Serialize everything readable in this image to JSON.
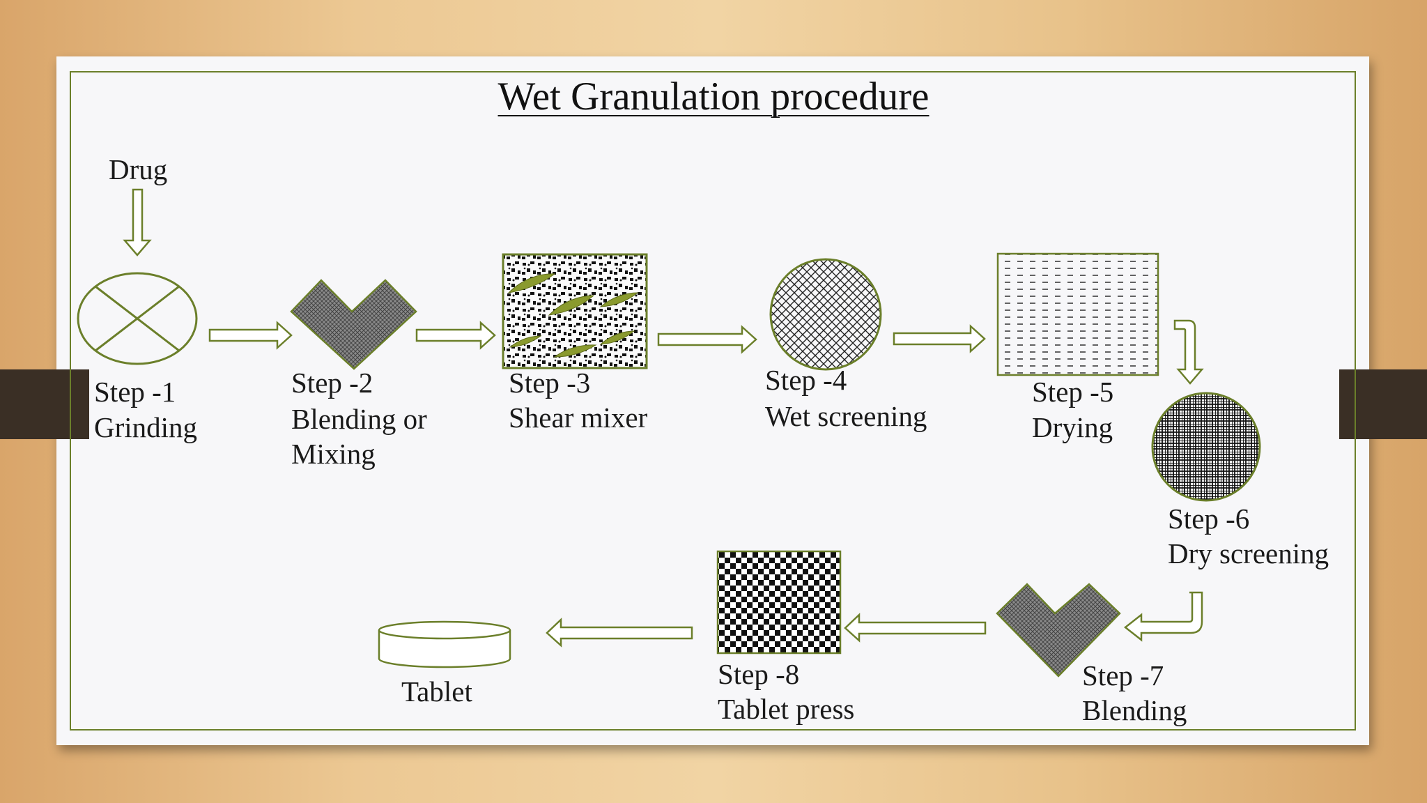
{
  "title": "Wet Granulation procedure",
  "input_label": "Drug",
  "steps": [
    {
      "number": "Step -1",
      "name": "Grinding",
      "icon": "grinder-circle-x"
    },
    {
      "number": "Step -2",
      "name_line1": "Blending or",
      "name_line2": "Mixing",
      "icon": "v-blender"
    },
    {
      "number": "Step -3",
      "name": "Shear mixer",
      "icon": "shear-mixer-box"
    },
    {
      "number": "Step -4",
      "name": "Wet screening",
      "icon": "mesh-screen-circle"
    },
    {
      "number": "Step -5",
      "name": "Drying",
      "icon": "dryer-box"
    },
    {
      "number": "Step -6",
      "name": "Dry screening",
      "icon": "fine-screen-circle"
    },
    {
      "number": "Step -7",
      "name": "Blending",
      "icon": "v-blender"
    },
    {
      "number": "Step -8",
      "name": "Tablet press",
      "icon": "checkered-press"
    }
  ],
  "output_label": "Tablet",
  "colors": {
    "accent_green": "#6b7f2a",
    "granule_green": "#8a9a2e",
    "slide_bg": "#f7f7f9",
    "wood": "#e7c48e"
  }
}
